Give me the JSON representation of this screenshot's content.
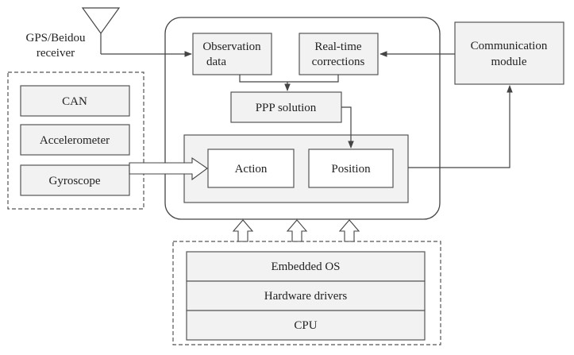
{
  "antenna": {
    "label_line1": "GPS/Beidou",
    "label_line2": "receiver"
  },
  "core": {
    "observation": {
      "line1": "Observation",
      "line2": "data"
    },
    "corrections": {
      "line1": "Real-time",
      "line2": "corrections"
    },
    "ppp": "PPP solution",
    "action": "Action",
    "position": "Position"
  },
  "communication": {
    "line1": "Communication",
    "line2": "module"
  },
  "sensors": [
    "CAN",
    "Accelerometer",
    "Gyroscope"
  ],
  "platform": [
    "Embedded OS",
    "Hardware drivers",
    "CPU"
  ]
}
